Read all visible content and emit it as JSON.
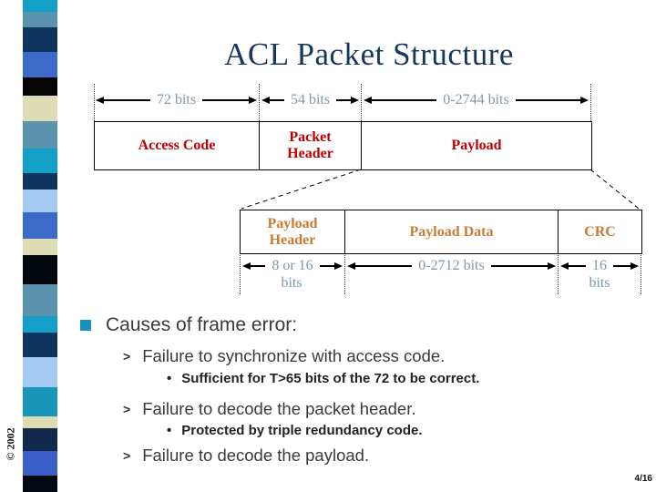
{
  "slide": {
    "title": "ACL Packet Structure",
    "copyright": "© 2002",
    "page_number": "4/16"
  },
  "colors": {
    "title": "#17375e",
    "measure": "#7d9aab",
    "packet": "#c00000",
    "payload": "#cc7a33",
    "bullet_square": "#1790c4",
    "body": "#3a3a3a"
  },
  "diagram": {
    "top_measures": [
      {
        "label": "72 bits"
      },
      {
        "label": "54 bits"
      },
      {
        "label": "0-2744 bits"
      }
    ],
    "packet_cells": [
      "Access Code",
      "Packet Header",
      "Payload"
    ],
    "payload_cells": [
      "Payload Header",
      "Payload Data",
      "CRC"
    ],
    "bottom_measures": [
      {
        "label": "8 or 16",
        "label2": "bits"
      },
      {
        "label": "0-2712 bits",
        "label2": ""
      },
      {
        "label": "16",
        "label2": "bits"
      }
    ]
  },
  "bullets": {
    "arrow_glyph": ">",
    "dot_glyph": "•",
    "level1": "Causes of frame error:",
    "items": [
      {
        "level": 2,
        "text": "Failure to synchronize with access code."
      },
      {
        "level": 3,
        "text": "Sufficient for T>65 bits of the 72 to be correct."
      },
      {
        "level": 2,
        "text": "Failure to decode the packet header."
      },
      {
        "level": 3,
        "text": "Protected by triple redundancy code."
      },
      {
        "level": 2,
        "text": "Failure to decode the payload."
      }
    ]
  },
  "ribbon": {
    "blocks": [
      {
        "color": "#13a0c8",
        "h": 13
      },
      {
        "color": "#5b92ad",
        "h": 17
      },
      {
        "color": "#0e3560",
        "h": 27
      },
      {
        "color": "#3b6ac9",
        "h": 28
      },
      {
        "color": "#050505",
        "h": 20
      },
      {
        "color": "#dedcb4",
        "h": 28
      },
      {
        "color": "#5b92ad",
        "h": 30
      },
      {
        "color": "#13a0c8",
        "h": 27
      },
      {
        "color": "#0e3560",
        "h": 18
      },
      {
        "color": "#a3cbf1",
        "h": 25
      },
      {
        "color": "#3b6ac9",
        "h": 29
      },
      {
        "color": "#dedcb4",
        "h": 18
      },
      {
        "color": "#04080f",
        "h": 32
      },
      {
        "color": "#5b92ad",
        "h": 35
      },
      {
        "color": "#13a0c8",
        "h": 18
      },
      {
        "color": "#0e3560",
        "h": 27
      },
      {
        "color": "#a3cbf1",
        "h": 33
      },
      {
        "color": "#1795bb",
        "h": 32
      },
      {
        "color": "#dedcb4",
        "h": 13
      },
      {
        "color": "#12294e",
        "h": 25
      },
      {
        "color": "#3b5fc8",
        "h": 27
      },
      {
        "color": "#030a12",
        "h": 18
      }
    ]
  }
}
